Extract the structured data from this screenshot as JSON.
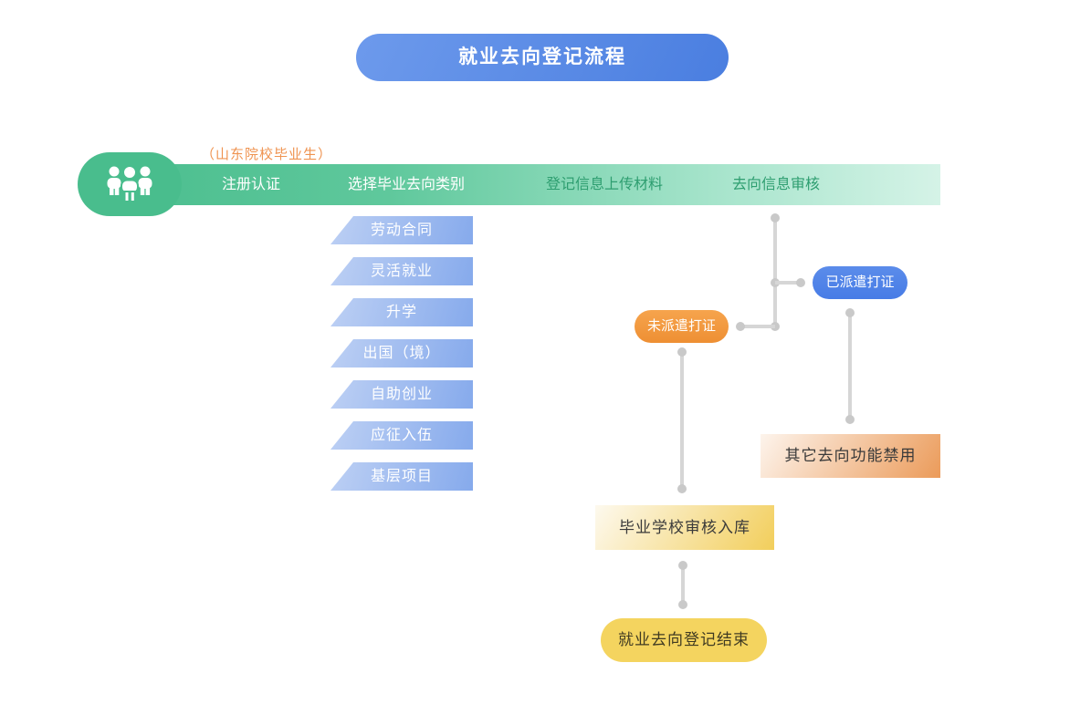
{
  "title": "就业去向登记流程",
  "audience_note": "（山东院校毕业生）",
  "process_bar": {
    "steps": [
      {
        "label": "注册认证"
      },
      {
        "label": "选择毕业去向类别"
      },
      {
        "label": "登记信息上传材料"
      },
      {
        "label": "去向信息审核"
      }
    ]
  },
  "category_items": [
    {
      "label": "劳动合同"
    },
    {
      "label": "灵活就业"
    },
    {
      "label": "升学"
    },
    {
      "label": "出国（境）"
    },
    {
      "label": "自助创业"
    },
    {
      "label": "应征入伍"
    },
    {
      "label": "基层项目"
    }
  ],
  "nodes": {
    "not_dispatched": {
      "label": "未派遣打证"
    },
    "dispatched": {
      "label": "已派遣打证"
    },
    "other_disabled": {
      "label": "其它去向功能禁用"
    },
    "school_review": {
      "label": "毕业学校审核入库"
    },
    "end": {
      "label": "就业去向登记结束"
    }
  },
  "icons": {
    "people_group": "people-group-icon"
  },
  "colors": {
    "title_blue": "#5585e5",
    "bar_green": "#49bd8d",
    "bar_fade_mint": "#d5f3e7",
    "category_blue": "#8fb1ee",
    "dispatched_blue": "#4e82e8",
    "not_dispatched_orange": "#f3983d",
    "disabled_orange": "#eb9b5a",
    "review_yellow": "#f2ce5b",
    "end_yellow": "#f4d45f",
    "connector_gray": "#d6d6d6",
    "note_orange": "#ef9350",
    "bar_text_green": "#2e9e70"
  }
}
